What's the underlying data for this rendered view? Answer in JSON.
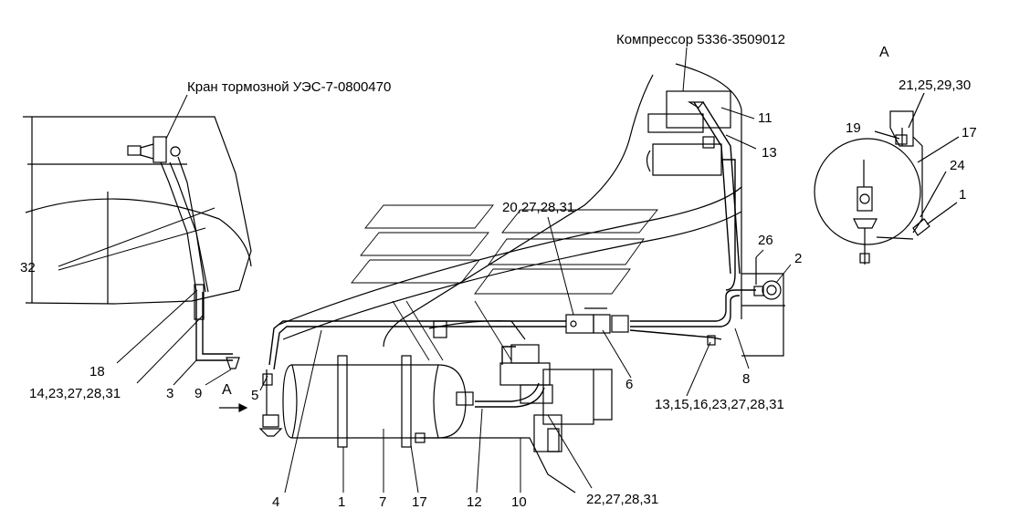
{
  "title_crane": "Кран тормозной УЭС-7-0800470",
  "title_compressor": "Компрессор 5336-3509012",
  "view_label": "А",
  "view_arrow_label": "А",
  "callouts": {
    "c32": "32",
    "c18": "18",
    "c14": "14,23,27,28,31",
    "c3": "3",
    "c9": "9",
    "c5": "5",
    "c4": "4",
    "c1": "1",
    "c7": "7",
    "c17": "17",
    "c12": "12",
    "c10": "10",
    "c22": "22,27,28,31",
    "c20": "20,27,28,31",
    "c6": "6",
    "c13b": "13,15,16,23,27,28,31",
    "c8": "8",
    "c2": "2",
    "c26": "26",
    "c11": "11",
    "c13": "13"
  },
  "detail_callouts": {
    "d21": "21,25,29,30",
    "d19": "19",
    "d17": "17",
    "d24": "24",
    "d1": "1"
  }
}
